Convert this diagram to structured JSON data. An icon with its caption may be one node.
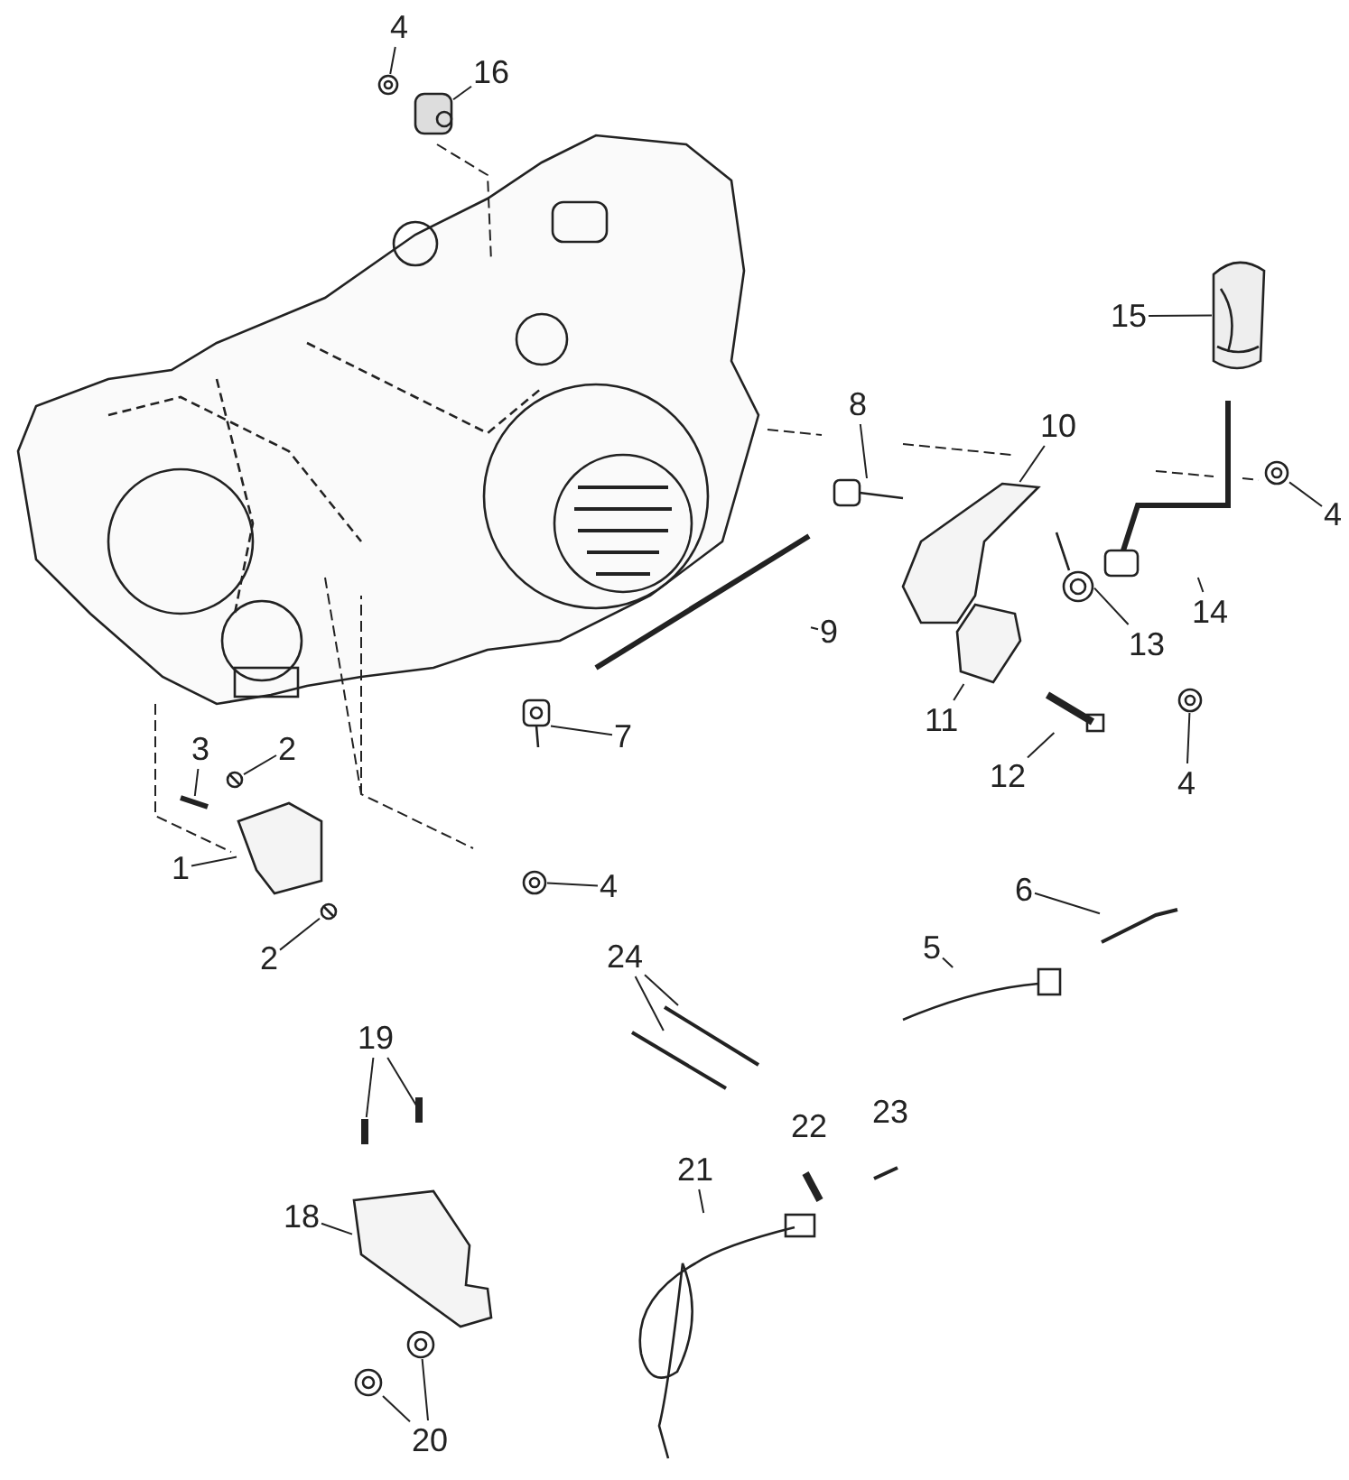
{
  "diagram": {
    "nodes": [
      {
        "text": [
          "4"
        ]
      },
      {
        "text": [
          "16"
        ]
      },
      {
        "text": [
          "15"
        ]
      },
      {
        "text": [
          "8"
        ]
      },
      {
        "text": [
          "10"
        ]
      },
      {
        "text": [
          "4"
        ]
      },
      {
        "text": [
          "9"
        ]
      },
      {
        "text": [
          "14"
        ]
      },
      {
        "text": [
          "13"
        ]
      },
      {
        "text": [
          "11"
        ]
      },
      {
        "text": [
          "12"
        ]
      },
      {
        "text": [
          "4"
        ]
      },
      {
        "text": [
          "7"
        ]
      },
      {
        "text": [
          "3"
        ]
      },
      {
        "text": [
          "2"
        ]
      },
      {
        "text": [
          "1"
        ]
      },
      {
        "text": [
          "2"
        ]
      },
      {
        "text": [
          "4"
        ]
      },
      {
        "text": [
          "6"
        ]
      },
      {
        "text": [
          "5"
        ]
      },
      {
        "text": [
          "24"
        ]
      },
      {
        "text": [
          "19"
        ]
      },
      {
        "text": [
          "21"
        ]
      },
      {
        "text": [
          "18"
        ]
      },
      {
        "text": [
          "20"
        ]
      },
      {
        "text": [],
        "shape": "picture"
      },
      {
        "text": [],
        "shape": "picture"
      },
      {
        "text": [],
        "shape": "picture"
      },
      {
        "text": [],
        "shape": "picture"
      },
      {
        "text": [],
        "shape": "picture"
      },
      {
        "text": [],
        "shape": "picture"
      },
      {
        "text": [],
        "shape": "picture"
      },
      {
        "text": [],
        "shape": "picture"
      },
      {
        "text": [],
        "shape": "picture"
      },
      {
        "text": [],
        "shape": "picture"
      },
      {
        "text": [],
        "shape": "picture"
      },
      {
        "text": [],
        "shape": "picture"
      },
      {
        "text": [],
        "shape": "picture"
      },
      {
        "text": [],
        "shape": "picture"
      },
      {
        "text": [],
        "shape": "picture"
      },
      {
        "text": [],
        "shape": "picture"
      },
      {
        "text": [],
        "shape": "picture"
      },
      {
        "text": [],
        "shape": "picture"
      },
      {
        "text": [],
        "shape": "picture"
      },
      {
        "text": [],
        "shape": "picture"
      },
      {
        "text": [],
        "shape": "picture"
      },
      {
        "text": [],
        "shape": "picture"
      },
      {
        "text": [],
        "shape": "picture"
      },
      {
        "text": [],
        "shape": "picture"
      },
      {
        "text": [],
        "shape": "picture"
      },
      {
        "text": [],
        "shape": "picture"
      },
      {
        "text": [],
        "shape": "picture"
      },
      {
        "text": [],
        "shape": "picture"
      }
    ],
    "edges": [
      {
        "from": 0,
        "to": 25,
        "arrow": "none"
      },
      {
        "from": 1,
        "to": 26,
        "arrow": "none"
      },
      {
        "from": 2,
        "to": 27,
        "arrow": "none"
      },
      {
        "from": 3,
        "to": 28,
        "arrow": "none"
      },
      {
        "from": 4,
        "to": 29,
        "arrow": "none"
      },
      {
        "from": 5,
        "to": 30,
        "arrow": "none"
      },
      {
        "from": 6,
        "to": 31,
        "arrow": "none"
      },
      {
        "from": 7,
        "to": 32,
        "arrow": "none"
      },
      {
        "from": 8,
        "to": 33,
        "arrow": "none"
      },
      {
        "from": 9,
        "to": 34,
        "arrow": "none"
      },
      {
        "from": 10,
        "to": 35,
        "arrow": "none"
      },
      {
        "from": 11,
        "to": 36,
        "arrow": "none"
      },
      {
        "from": 12,
        "to": 37,
        "arrow": "none"
      },
      {
        "from": 13,
        "to": 38,
        "arrow": "none"
      },
      {
        "from": 14,
        "to": 39,
        "arrow": "none"
      },
      {
        "from": 15,
        "to": 40,
        "arrow": "none"
      },
      {
        "from": 16,
        "to": 41,
        "arrow": "none"
      },
      {
        "from": 17,
        "to": 42,
        "arrow": "none"
      },
      {
        "from": 18,
        "to": 43,
        "arrow": "none"
      },
      {
        "from": 19,
        "to": 44,
        "arrow": "none"
      },
      {
        "from": 20,
        "to": 45,
        "arrow": "none"
      },
      {
        "from": 20,
        "to": 46,
        "arrow": "none"
      },
      {
        "from": 21,
        "to": 47,
        "arrow": "none"
      },
      {
        "from": 21,
        "to": 48,
        "arrow": "none"
      },
      {
        "from": 22,
        "to": 49,
        "arrow": "none"
      },
      {
        "from": 23,
        "to": 50,
        "arrow": "none"
      },
      {
        "from": 24,
        "to": 51,
        "arrow": "none"
      },
      {
        "from": 24,
        "to": 52,
        "arrow": "none"
      }
    ],
    "labels": [
      "22",
      "23"
    ]
  }
}
